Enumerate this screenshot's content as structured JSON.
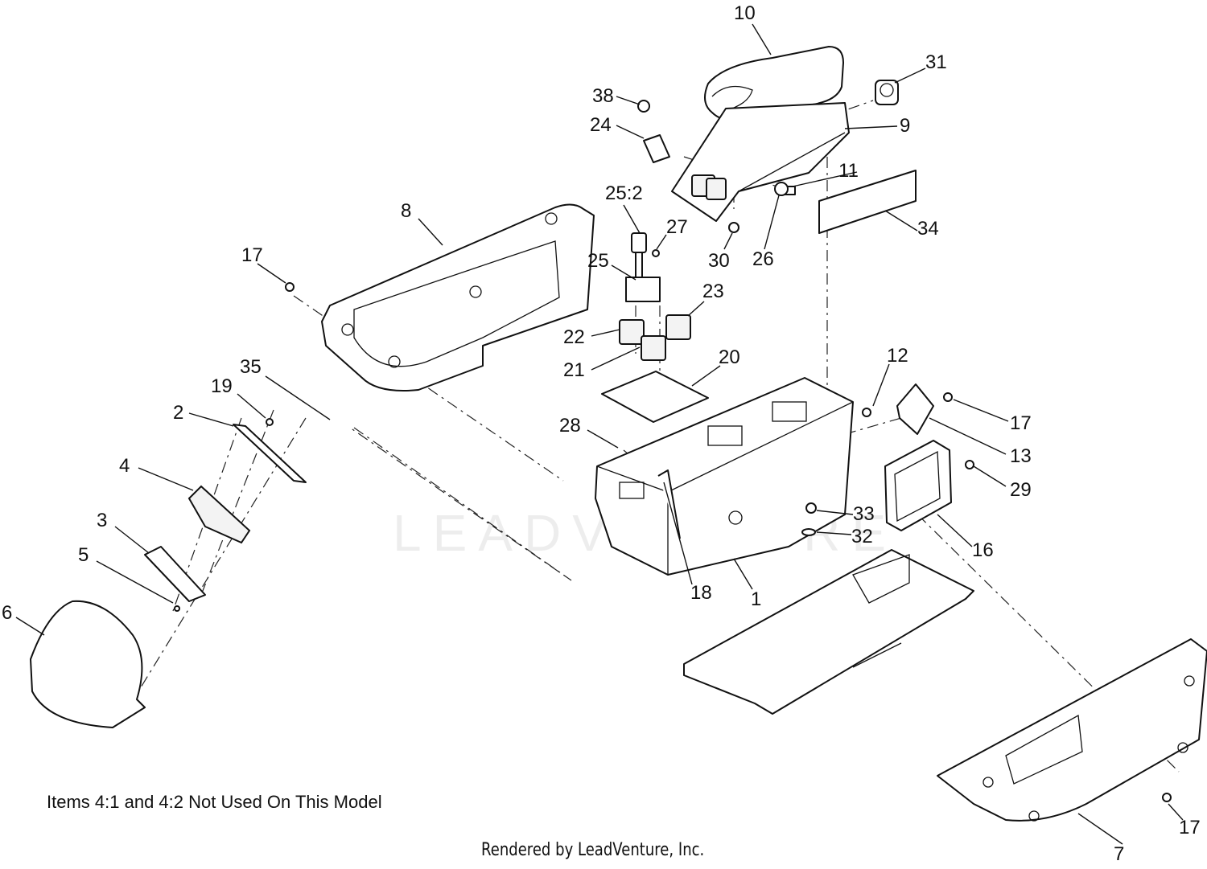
{
  "watermark_text": "LEADVENTURE",
  "note": "Items 4:1 and 4:2 Not Used On This Model",
  "credit": "Rendered by LeadVenture, Inc.",
  "callouts": [
    "10",
    "31",
    "38",
    "9",
    "24",
    "11",
    "25:2",
    "27",
    "8",
    "34",
    "17",
    "30",
    "26",
    "25",
    "23",
    "22",
    "20",
    "21",
    "12",
    "35",
    "19",
    "17",
    "2",
    "28",
    "13",
    "4",
    "29",
    "3",
    "33",
    "32",
    "16",
    "5",
    "18",
    "1",
    "6",
    "17",
    "7"
  ]
}
